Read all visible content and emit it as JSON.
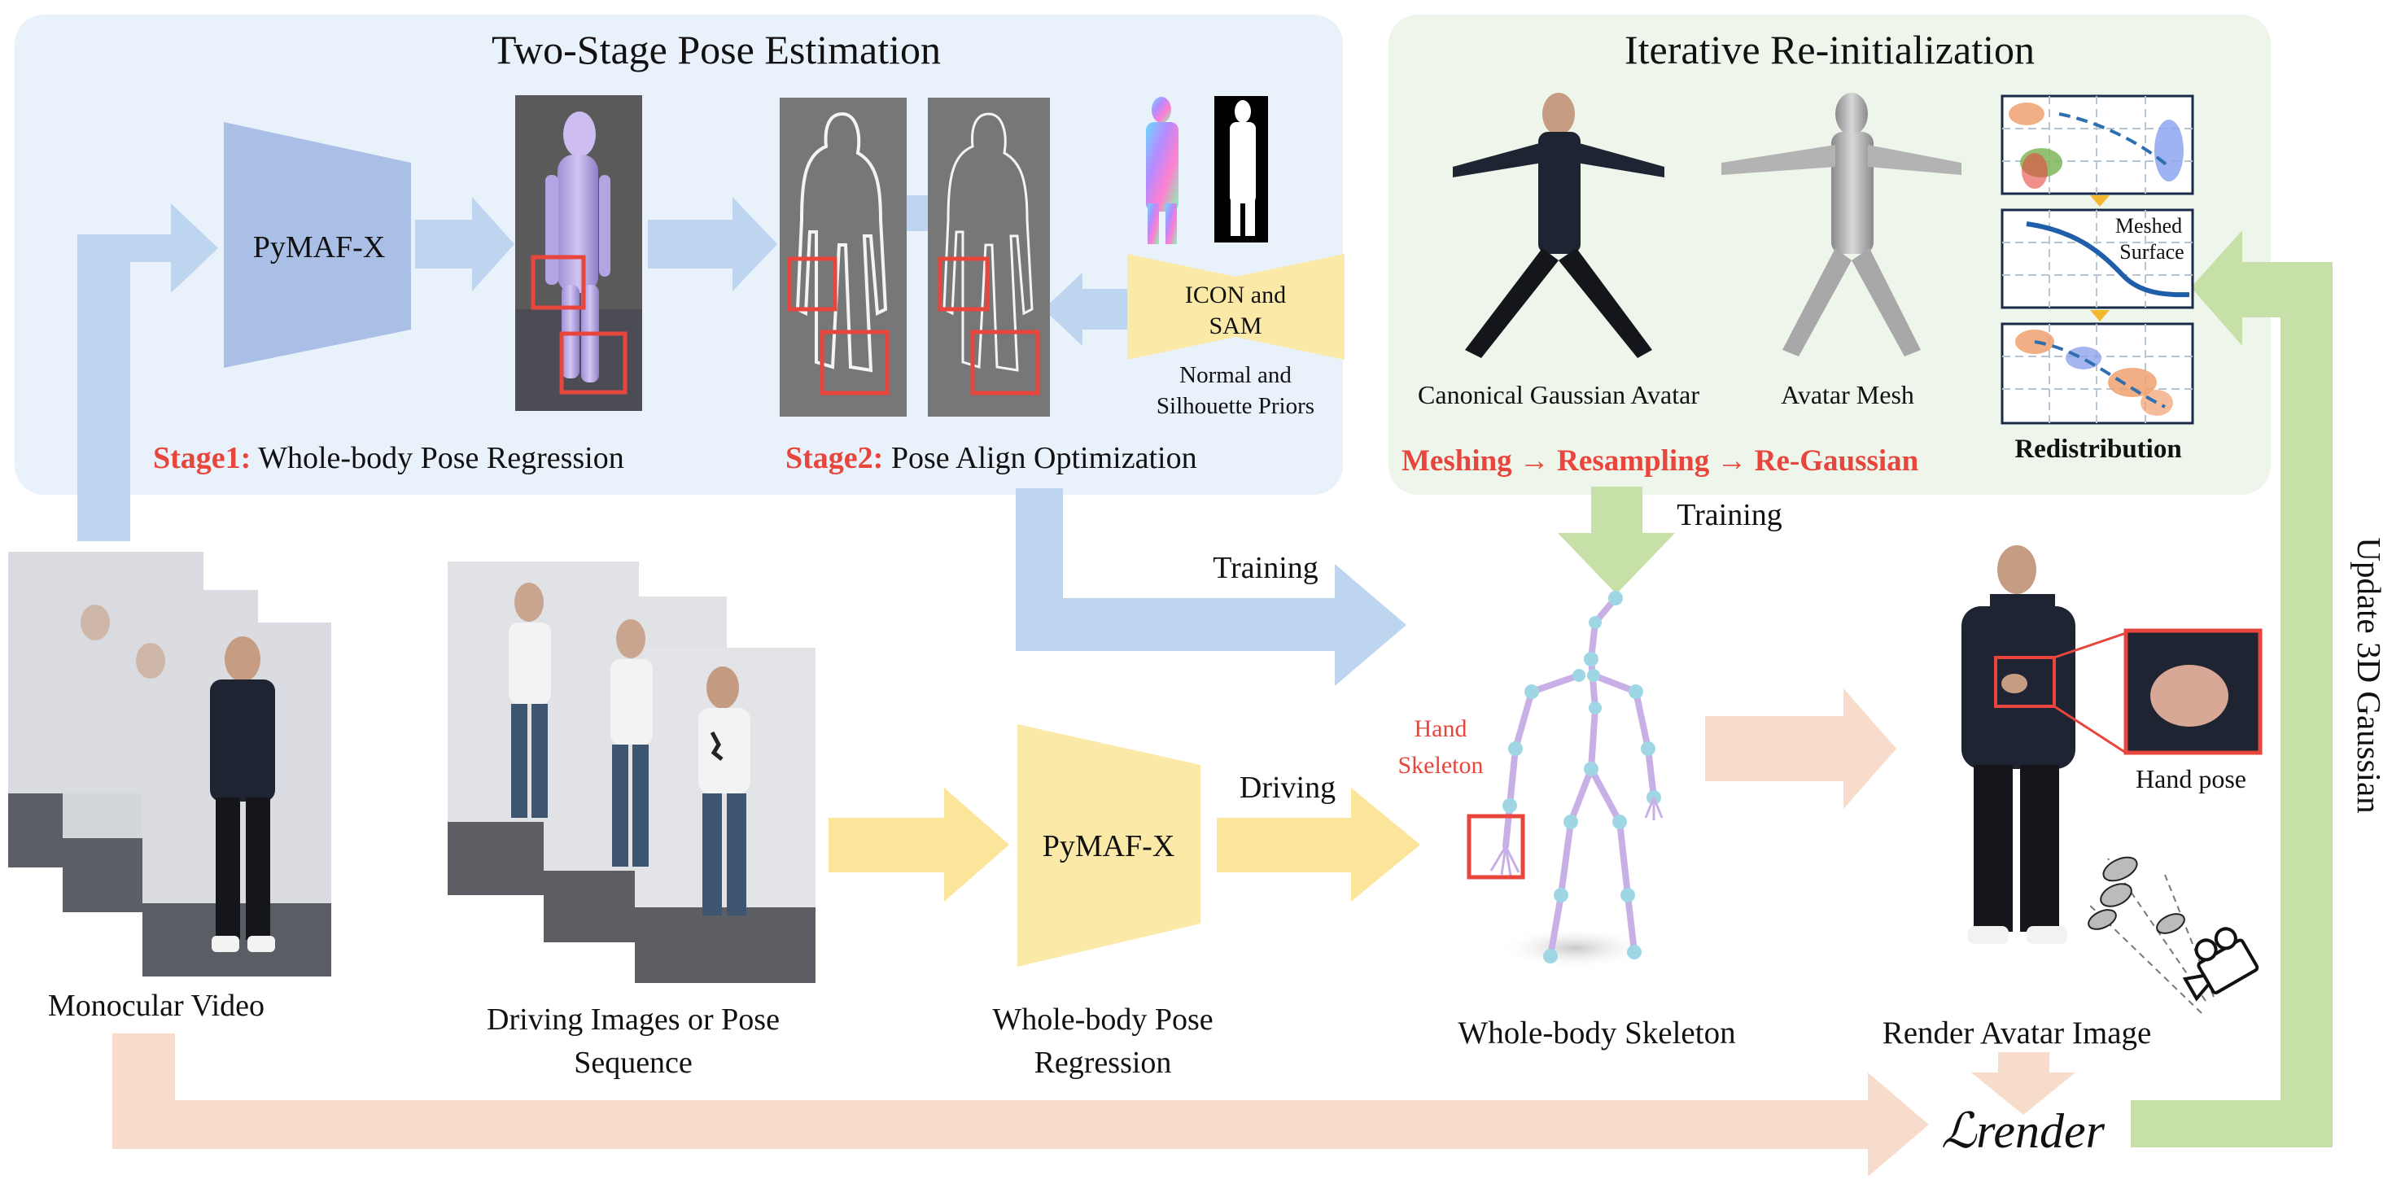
{
  "top_left_panel": {
    "title": "Two-Stage Pose Estimation",
    "pymafx": "PyMAF-X",
    "stage1_prefix": "Stage1:",
    "stage1_text": " Whole-body Pose Regression",
    "stage2_prefix": "Stage2:",
    "stage2_text": " Pose Align Optimization",
    "icon_sam_line1": "ICON and",
    "icon_sam_line2": "SAM",
    "priors_line1": "Normal and",
    "priors_line2": "Silhouette Priors"
  },
  "top_right_panel": {
    "title": "Iterative Re-initialization",
    "canonical_label": "Canonical Gaussian Avatar",
    "mesh_label": "Avatar Mesh",
    "meshed_surface_line1": "Meshed",
    "meshed_surface_line2": "Surface",
    "redistribution": "Redistribution",
    "pipeline": "Meshing → Resampling → Re-Gaussian"
  },
  "flow": {
    "training_left": "Training",
    "training_right": "Training",
    "driving": "Driving",
    "update": "Update 3D Gaussian",
    "loss": "ℒrender"
  },
  "bottom": {
    "monocular_video": "Monocular Video",
    "driving_line1": "Driving Images or Pose",
    "driving_line2": "Sequence",
    "pymafx": "PyMAF-X",
    "wb_regression_line1": "Whole-body Pose",
    "wb_regression_line2": "Regression",
    "hand_skeleton_line1": "Hand",
    "hand_skeleton_line2": "Skeleton",
    "whole_body_skeleton": "Whole-body Skeleton",
    "render_avatar": "Render Avatar Image",
    "hand_pose": "Hand pose"
  },
  "colors": {
    "blue_panel": "#e9f1fa",
    "green_panel": "#eef5ea",
    "blue_arrow": "#bdd5ee",
    "yellow_arrow": "#fbe59a",
    "orange_arrow": "#f8dccb",
    "green_arrow": "#c7e0a8",
    "red_accent": "#e8453c",
    "trapezoid_blue": "#a9bfe6",
    "trapezoid_yellow": "#fbe9a8"
  }
}
